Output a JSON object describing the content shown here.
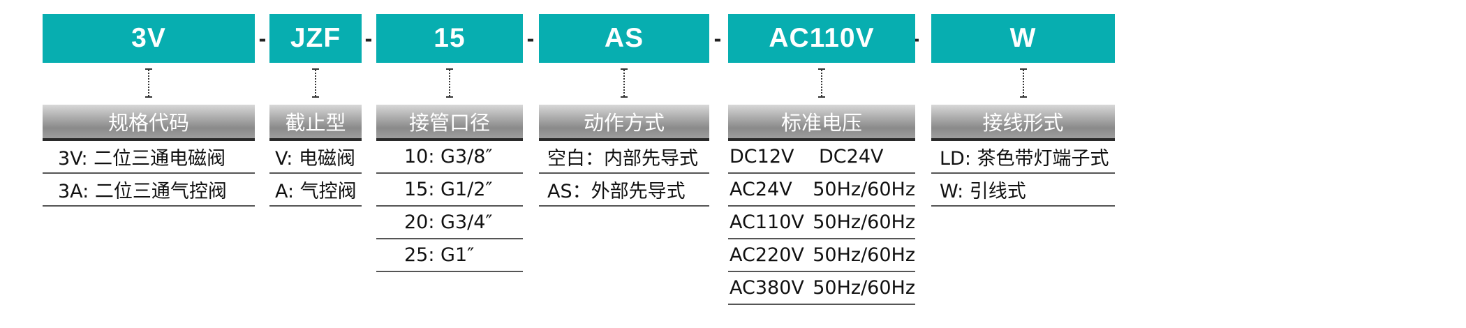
{
  "separator": "-",
  "columns": [
    {
      "code": "3V",
      "header": "规格代码",
      "rows": [
        "3V: 二位三通电磁阀",
        "3A: 二位三通气控阀"
      ]
    },
    {
      "code": "JZF",
      "header": "截止型",
      "rows": [
        "V: 电磁阀",
        "A: 气控阀"
      ]
    },
    {
      "code": "15",
      "header": "接管口径",
      "rows": [
        "10: G3/8″",
        "15: G1/2″",
        "20: G3/4″",
        "25: G1″"
      ]
    },
    {
      "code": "AS",
      "header": "动作方式",
      "rows": [
        "空白：内部先导式",
        "AS：外部先导式"
      ]
    },
    {
      "code": "AC110V",
      "header": "标准电压",
      "rows": [
        {
          "a": "DC12V",
          "b": "DC24V"
        },
        {
          "a": "AC24V",
          "b": "50Hz/60Hz"
        },
        {
          "a": "AC110V",
          "b": "50Hz/60Hz"
        },
        {
          "a": "AC220V",
          "b": "50Hz/60Hz"
        },
        {
          "a": "AC380V",
          "b": "50Hz/60Hz"
        }
      ]
    },
    {
      "code": "W",
      "header": "接线形式",
      "rows": [
        "LD: 茶色带灯端子式",
        "W: 引线式"
      ]
    }
  ],
  "colors": {
    "code_bg": "#07aeb0",
    "code_text": "#ffffff",
    "header_text": "#ffffff"
  }
}
